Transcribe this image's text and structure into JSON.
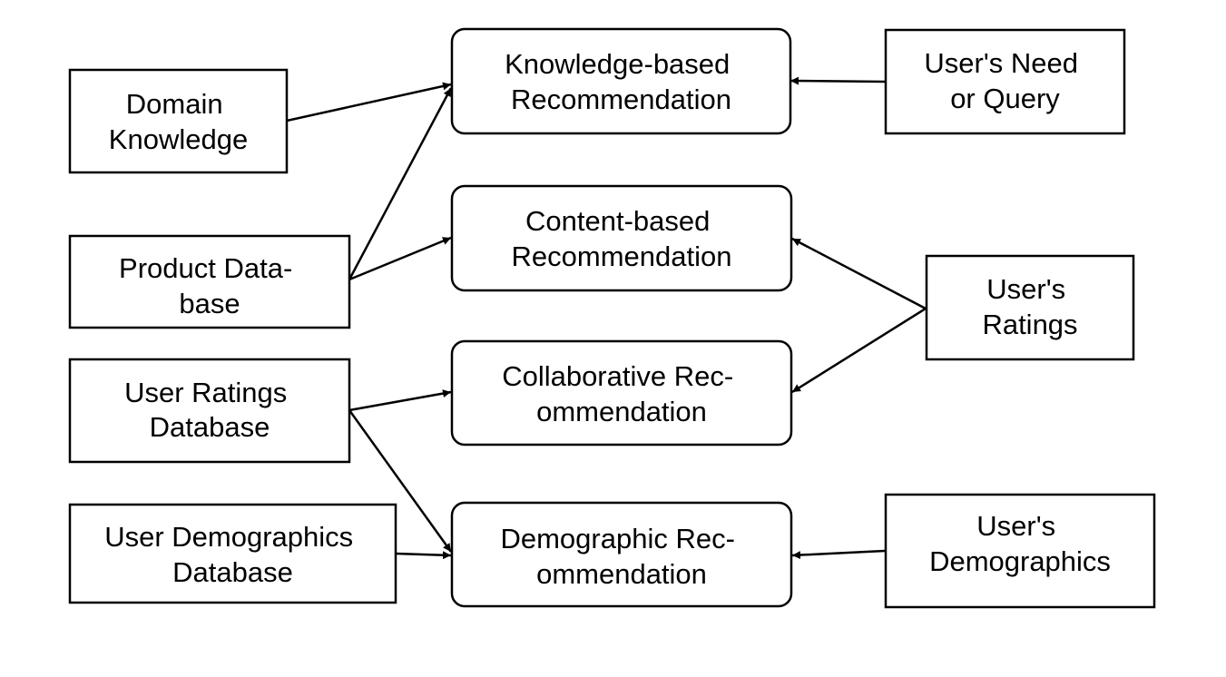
{
  "nodes": {
    "domain_knowledge": {
      "lines": [
        "Domain",
        "Knowledge"
      ]
    },
    "product_database": {
      "lines": [
        "Product Data-",
        "base"
      ]
    },
    "user_ratings_database": {
      "lines": [
        "User Ratings",
        "Database"
      ]
    },
    "user_demographics_database": {
      "lines": [
        "User Demographics",
        "Database"
      ]
    },
    "knowledge_based": {
      "lines": [
        "Knowledge-based",
        "Recommendation"
      ]
    },
    "content_based": {
      "lines": [
        "Content-based",
        "Recommendation"
      ]
    },
    "collaborative": {
      "lines": [
        "Collaborative Rec-",
        "ommendation"
      ]
    },
    "demographic": {
      "lines": [
        "Demographic Rec-",
        "ommendation"
      ]
    },
    "users_need": {
      "lines": [
        "User's Need",
        "or Query"
      ]
    },
    "users_ratings": {
      "lines": [
        "User's",
        "Ratings"
      ]
    },
    "users_demographics": {
      "lines": [
        "User's",
        "Demographics"
      ]
    }
  },
  "edges": [
    {
      "from": "domain_knowledge",
      "to": "knowledge_based"
    },
    {
      "from": "product_database",
      "to": "knowledge_based"
    },
    {
      "from": "product_database",
      "to": "content_based"
    },
    {
      "from": "user_ratings_database",
      "to": "collaborative"
    },
    {
      "from": "user_ratings_database",
      "to": "demographic"
    },
    {
      "from": "user_demographics_database",
      "to": "demographic"
    },
    {
      "from": "users_need",
      "to": "knowledge_based"
    },
    {
      "from": "users_ratings",
      "to": "content_based"
    },
    {
      "from": "users_ratings",
      "to": "collaborative"
    },
    {
      "from": "users_demographics",
      "to": "demographic"
    }
  ]
}
